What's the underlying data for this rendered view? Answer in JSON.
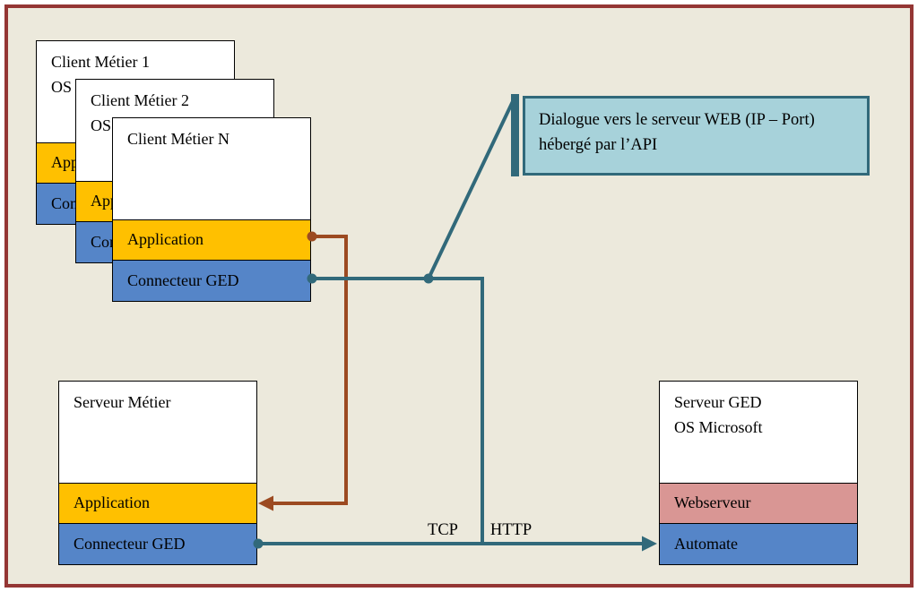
{
  "diagram": {
    "clients": [
      {
        "title": "Client Métier 1",
        "os": "OS",
        "app_label": "Application",
        "connector_label": "Connecteur GED"
      },
      {
        "title": "Client Métier 2",
        "os": "OS",
        "app_label": "Application",
        "connector_label": "Connecteur GED"
      },
      {
        "title": "Client Métier N",
        "os": "",
        "app_label": "Application",
        "connector_label": "Connecteur GED"
      }
    ],
    "serveur_metier": {
      "title": "Serveur Métier",
      "app_label": "Application",
      "connector_label": "Connecteur GED"
    },
    "serveur_ged": {
      "title": "Serveur GED",
      "os": "OS Microsoft",
      "web_label": "Webserveur",
      "automate_label": "Automate"
    },
    "callout": {
      "text": "Dialogue vers le serveur WEB (IP – Port) hébergé par l’API"
    },
    "edge_labels": {
      "tcp": "TCP",
      "http": "HTTP"
    },
    "colors": {
      "background": "#ece9dc",
      "frame_border": "#943634",
      "application_yellow": "#ffc000",
      "connector_blue": "#5585c8",
      "webserveur_pink": "#d99694",
      "teal_line": "#31697a",
      "brown_line": "#9c4a21",
      "callout_fill": "#a7d2da"
    }
  }
}
